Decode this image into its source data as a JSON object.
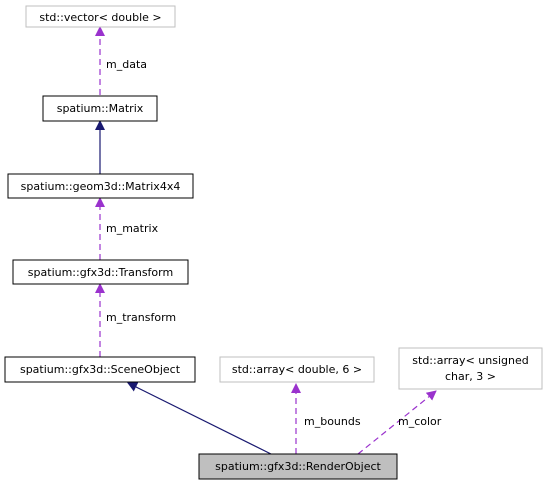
{
  "nodes": {
    "vector": "std::vector< double >",
    "matrix": "spatium::Matrix",
    "matrix4x4": "spatium::geom3d::Matrix4x4",
    "transform": "spatium::gfx3d::Transform",
    "sceneobject": "spatium::gfx3d::SceneObject",
    "array_bounds": "std::array< double, 6 >",
    "array_color_line1": "std::array< unsigned",
    "array_color_line2": "char, 3 >",
    "renderobject": "spatium::gfx3d::RenderObject"
  },
  "edge_labels": {
    "m_data": "m_data",
    "m_matrix": "m_matrix",
    "m_transform": "m_transform",
    "m_bounds": "m_bounds",
    "m_color": "m_color"
  },
  "colors": {
    "inheritance_edge": "#191970",
    "usage_edge": "#9a32cd",
    "external_box_border": "#bfbfbf",
    "focus_node_fill": "#bfbfbf"
  }
}
